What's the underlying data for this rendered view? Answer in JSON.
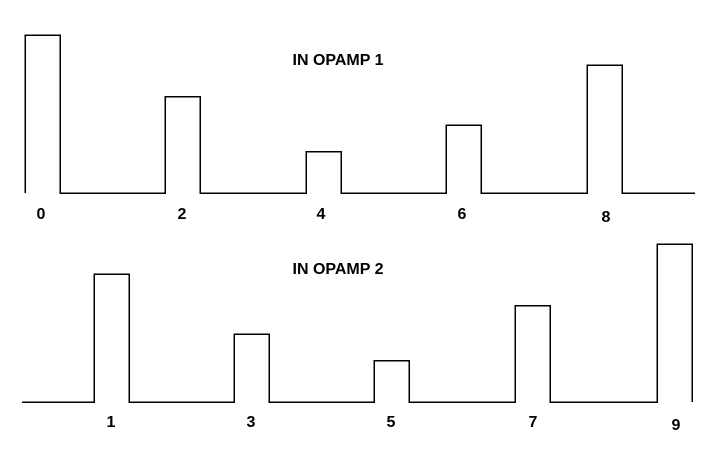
{
  "diagram": {
    "waveforms": [
      {
        "title": "IN OPAMP 1",
        "pulses": [
          {
            "label": "0",
            "level": 1.0
          },
          {
            "label": "2",
            "level": 0.61
          },
          {
            "label": "4",
            "level": 0.26
          },
          {
            "label": "6",
            "level": 0.43
          },
          {
            "label": "8",
            "level": 0.81
          }
        ]
      },
      {
        "title": "IN OPAMP 2",
        "pulses": [
          {
            "label": "1",
            "level": 0.81
          },
          {
            "label": "3",
            "level": 0.43
          },
          {
            "label": "5",
            "level": 0.26
          },
          {
            "label": "7",
            "level": 0.61
          },
          {
            "label": "9",
            "level": 1.0
          }
        ]
      }
    ]
  }
}
